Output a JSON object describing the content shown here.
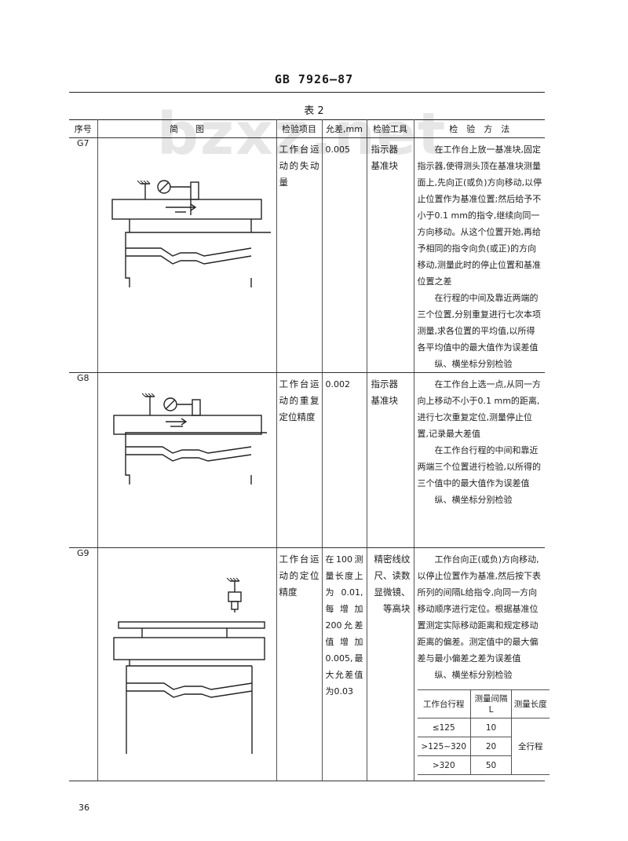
{
  "header": {
    "standard_id": "GB 7926—87",
    "table_caption": "表 2"
  },
  "watermark": "bzxz.net",
  "columns": [
    "序号",
    "简　　图",
    "检验项目",
    "允差,mm",
    "检验工具",
    "检　验　方　法"
  ],
  "rows": [
    {
      "id": "G7",
      "item": "工作台运动的失动量",
      "tolerance": "0.005",
      "tools": [
        "指示器",
        "基准块"
      ],
      "method": [
        "在工作台上放一基准块,固定指示器,使得测头顶在基准块测量面上,先向正(或负)方向移动,以停止位置作为基准位置;然后给予不小于0.1 mm的指令,继续向同一方向移动。从这个位置开始,再给予相同的指令向负(或正)的方向移动,测量此时的停止位置和基准位置之差",
        "在行程的中间及靠近两端的三个位置,分别重复进行七次本项测量,求各位置的平均值,以所得各平均值中的最大值作为误差值",
        "纵、横坐标分别检验"
      ]
    },
    {
      "id": "G8",
      "item": "工作台运动的重复定位精度",
      "tolerance": "0.002",
      "tools": [
        "指示器",
        "基准块"
      ],
      "method": [
        "在工作台上选一点,从同一方向上移动不小于0.1 mm的距离,进行七次重复定位,测量停止位置,记录最大差值",
        "在工作台行程的中间和靠近两端三个位置进行检验,以所得的三个值中的最大值作为误差值",
        "纵、横坐标分别检验"
      ]
    },
    {
      "id": "G9",
      "item": "工作台运动的定位精度",
      "tolerance": "在100测量长度上为0.01,每增加200允差值增加0.005,最大允差值为0.03",
      "tools": [
        "精密线纹尺、读数显微镜、等高块"
      ],
      "method": [
        "工作台向正(或负)方向移动,以停止位置作为基准,然后按下表所列的间隔L给指令,向同一方向移动顺序进行定位。根据基准位置测定实际移动距离和规定移动距离的偏差。测定值中的最大偏差与最小偏差之差为误差值",
        "纵、横坐标分别检验"
      ],
      "subtable": {
        "headers": [
          "工作台行程",
          "测量间隔 L",
          "测量长度"
        ],
        "rows": [
          {
            "stroke": "≤125",
            "interval": "10"
          },
          {
            "stroke": ">125~320",
            "interval": "20"
          },
          {
            "stroke": ">320",
            "interval": "50"
          }
        ],
        "length_value": "全行程"
      }
    }
  ],
  "footer": {
    "page_number": "36"
  }
}
